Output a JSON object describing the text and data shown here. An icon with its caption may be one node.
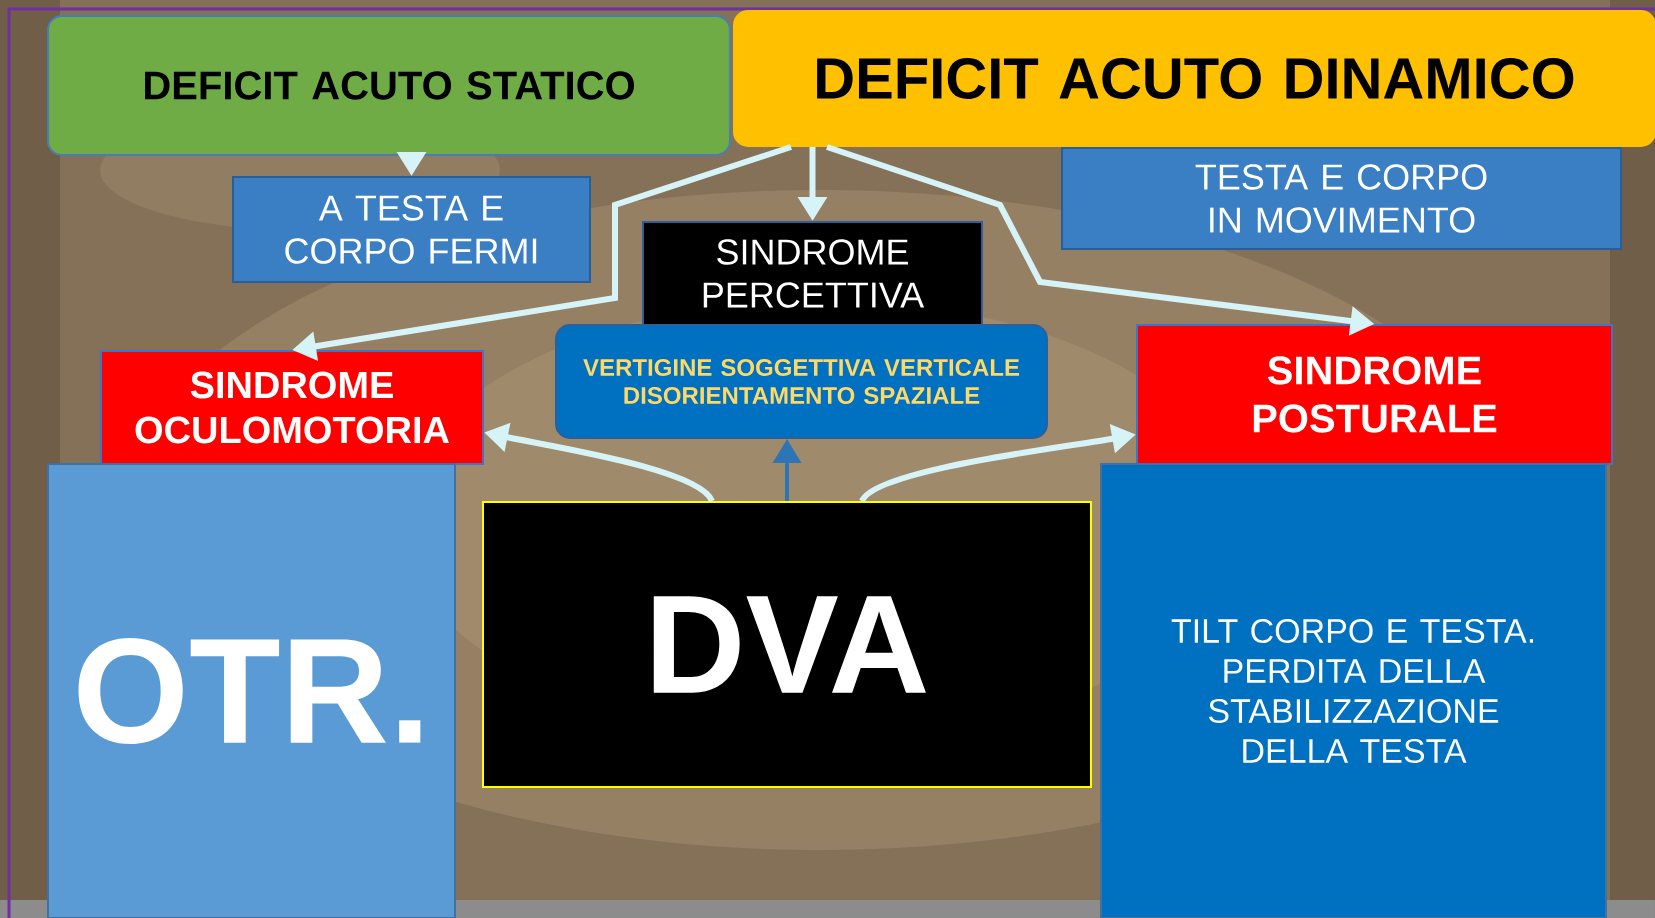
{
  "diagram": {
    "nodes": [
      {
        "text": [
          "DEFICIT ACUTO STATICO"
        ]
      },
      {
        "text": [
          "DEFICIT ACUTO DINAMICO"
        ]
      },
      {
        "text": [
          "A TESTA E CORPO FERMI"
        ]
      },
      {
        "text": [
          "TESTA E CORPO IN MOVIMENTO"
        ]
      },
      {
        "text": [
          "SINDROME PERCETTIVA"
        ]
      },
      {
        "text": [
          "VERTIGINE SOGGETTIVA VERTICALE",
          "DISORIENTAMENTO SPAZIALE"
        ]
      },
      {
        "text": [
          "SINDROME OCULOMOTORIA"
        ]
      },
      {
        "text": [
          "SINDROME POSTURALE"
        ]
      },
      {
        "text": [
          "OTR."
        ]
      },
      {
        "text": [
          "DVA"
        ]
      },
      {
        "text": [
          "TILT CORPO E TESTA. PERDITA DELLA STABILIZZAZIONE DELLA TESTA"
        ]
      }
    ],
    "edges": [
      {
        "from": 0,
        "to": 2,
        "arrow": "to"
      },
      {
        "from": 1,
        "to": 4,
        "arrow": "to"
      },
      {
        "from": 1,
        "to": 6,
        "arrow": "to"
      },
      {
        "from": 1,
        "to": 7,
        "arrow": "to"
      },
      {
        "from": 9,
        "to": 5,
        "arrow": "to",
        "color": "#2e75b6"
      },
      {
        "from": 9,
        "to": 6,
        "arrow": "to"
      },
      {
        "from": 9,
        "to": 7,
        "arrow": "to"
      }
    ]
  }
}
